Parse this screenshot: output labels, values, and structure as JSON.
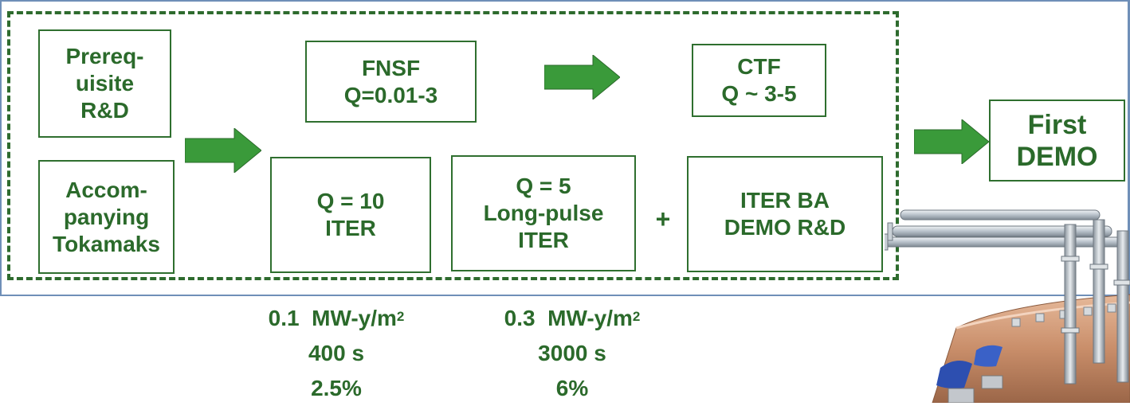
{
  "colors": {
    "green_text": "#2b6a2b",
    "green_arrow": "#3a9a3a",
    "dashed_border": "#2e6b2e",
    "frame_line": "#6f8fb8"
  },
  "boxes": {
    "prereq": [
      "Prereq-",
      "uisite",
      "R&D"
    ],
    "accompanying": [
      "Accom-",
      "panying",
      "Tokamaks"
    ],
    "fnsf": [
      "FNSF",
      "Q=0.01-3"
    ],
    "ctf": [
      "CTF",
      "Q ~ 3-5"
    ],
    "iter_q10": [
      "Q = 10",
      "ITER"
    ],
    "iter_longpulse": [
      "Q = 5",
      "Long-pulse",
      "ITER"
    ],
    "iter_ba": [
      "ITER BA",
      "DEMO R&D"
    ],
    "first_demo": [
      "First",
      "DEMO"
    ]
  },
  "plus_sign": "+",
  "metrics": {
    "left": {
      "fluence_value": "0.1",
      "fluence_unit": "MW-y/m",
      "fluence_exp": "2",
      "duration": "400 s",
      "percent": "2.5%"
    },
    "right": {
      "fluence_value": "0.3",
      "fluence_unit": "MW-y/m",
      "fluence_exp": "2",
      "duration": "3000 s",
      "percent": "6%"
    }
  },
  "icons": {
    "arrows": "right-arrow-icon",
    "apparatus": "tokamak-apparatus-icon"
  }
}
